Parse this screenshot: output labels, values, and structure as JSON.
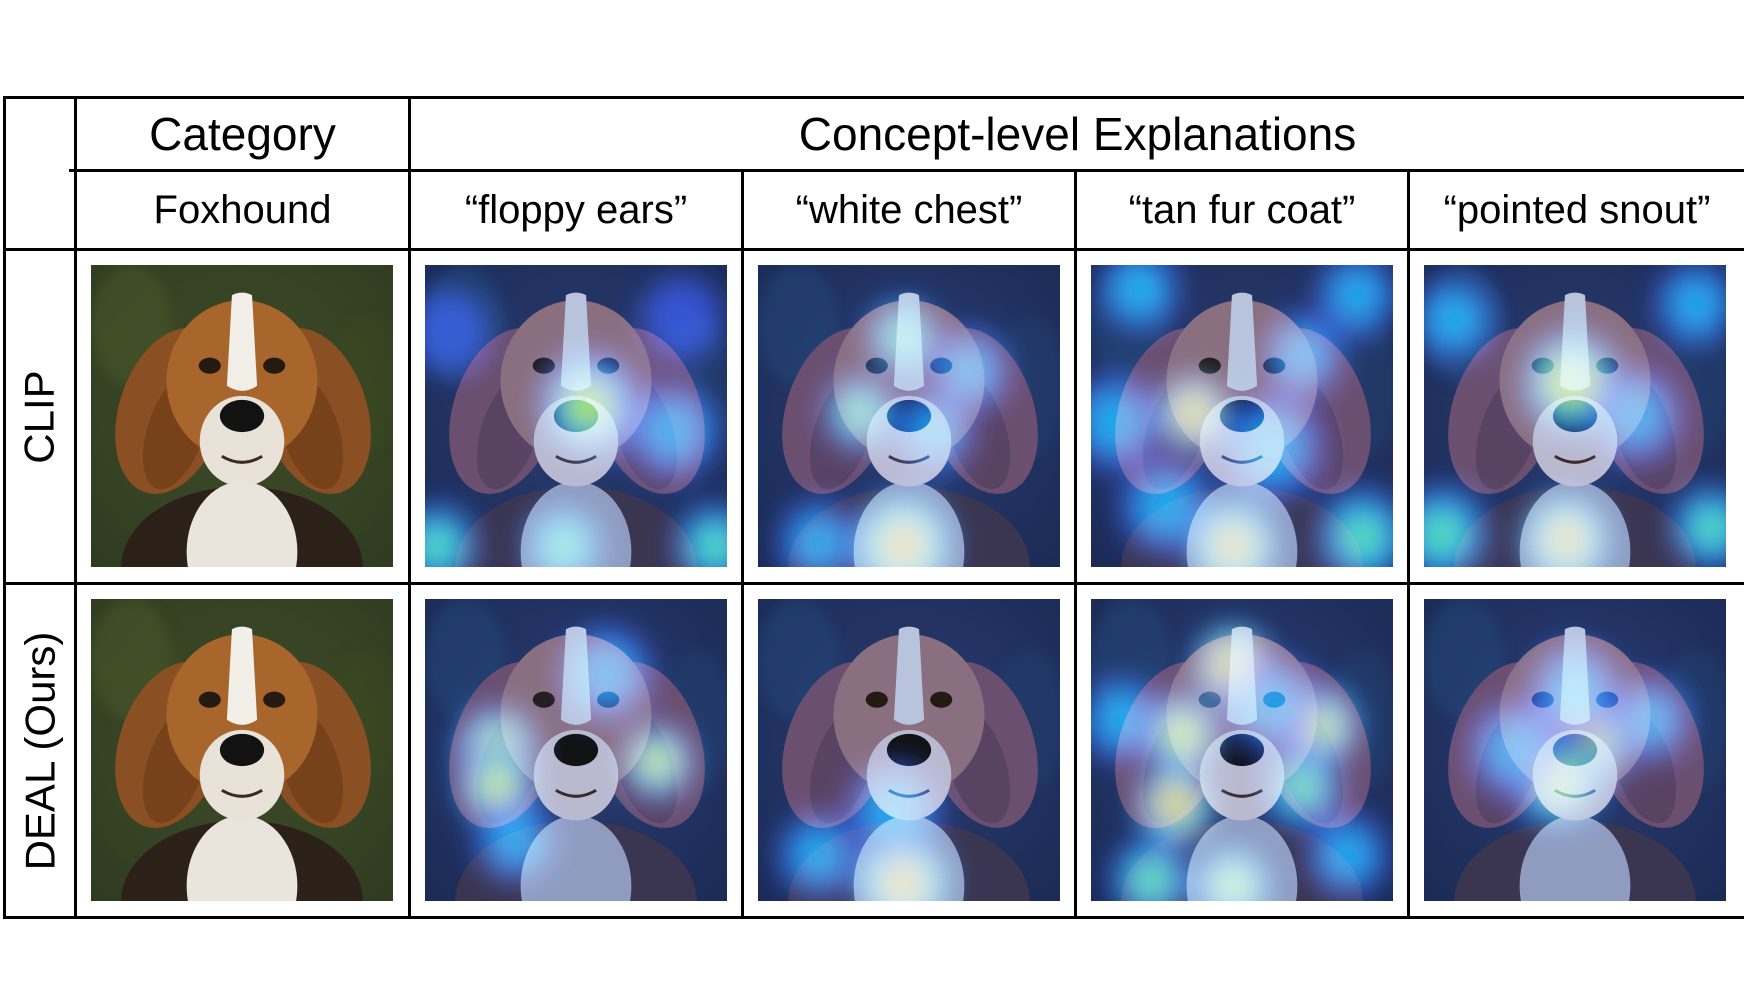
{
  "headers": {
    "category": "Category",
    "concept_group": "Concept-level Explanations",
    "class_name": "Foxhound",
    "concepts": [
      "“floppy ears”",
      "“white  chest”",
      "“tan fur coat”",
      "“pointed snout”"
    ]
  },
  "rows": [
    {
      "label": "CLIP",
      "heatmaps": [
        [
          [
            0.55,
            0.46,
            0.55,
            0.14
          ],
          [
            0.54,
            0.47,
            0.6,
            0.12
          ],
          [
            0.04,
            0.93,
            0.42,
            0.1
          ],
          [
            0.46,
            0.93,
            0.48,
            0.1
          ],
          [
            0.96,
            0.93,
            0.42,
            0.1
          ],
          [
            0.08,
            0.22,
            0.22,
            0.1
          ],
          [
            0.85,
            0.18,
            0.22,
            0.1
          ],
          [
            0.82,
            0.55,
            0.35,
            0.12
          ]
        ],
        [
          [
            0.48,
            0.93,
            0.75,
            0.14
          ],
          [
            0.34,
            0.49,
            0.45,
            0.09
          ],
          [
            0.48,
            0.24,
            0.45,
            0.09
          ],
          [
            0.58,
            0.55,
            0.35,
            0.1
          ],
          [
            0.2,
            0.92,
            0.35,
            0.1
          ],
          [
            0.7,
            0.35,
            0.3,
            0.1
          ]
        ],
        [
          [
            0.34,
            0.49,
            0.82,
            0.09
          ],
          [
            0.47,
            0.93,
            0.75,
            0.12
          ],
          [
            0.08,
            0.52,
            0.32,
            0.12
          ],
          [
            0.9,
            0.9,
            0.42,
            0.12
          ],
          [
            0.16,
            0.08,
            0.32,
            0.1
          ],
          [
            0.88,
            0.1,
            0.32,
            0.1
          ],
          [
            0.6,
            0.6,
            0.4,
            0.14
          ],
          [
            0.25,
            0.8,
            0.4,
            0.12
          ],
          [
            0.7,
            0.3,
            0.35,
            0.1
          ]
        ],
        [
          [
            0.49,
            0.39,
            0.66,
            0.14
          ],
          [
            0.47,
            0.91,
            0.78,
            0.12
          ],
          [
            0.06,
            0.89,
            0.58,
            0.12
          ],
          [
            0.95,
            0.87,
            0.52,
            0.1
          ],
          [
            0.9,
            0.13,
            0.35,
            0.1
          ],
          [
            0.1,
            0.18,
            0.28,
            0.1
          ],
          [
            0.7,
            0.5,
            0.3,
            0.12
          ]
        ]
      ]
    },
    {
      "label": "DEAL (Ours)",
      "heatmaps": [
        [
          [
            0.24,
            0.5,
            0.7,
            0.11
          ],
          [
            0.24,
            0.62,
            0.72,
            0.1
          ],
          [
            0.77,
            0.54,
            0.62,
            0.09
          ],
          [
            0.3,
            0.8,
            0.3,
            0.1
          ],
          [
            0.6,
            0.25,
            0.3,
            0.12
          ]
        ],
        [
          [
            0.48,
            0.94,
            0.75,
            0.13
          ],
          [
            0.45,
            0.7,
            0.25,
            0.12
          ],
          [
            0.2,
            0.85,
            0.25,
            0.1
          ]
        ],
        [
          [
            0.47,
            0.22,
            0.8,
            0.1
          ],
          [
            0.3,
            0.45,
            0.74,
            0.1
          ],
          [
            0.28,
            0.68,
            0.76,
            0.1
          ],
          [
            0.76,
            0.42,
            0.6,
            0.1
          ],
          [
            0.7,
            0.62,
            0.55,
            0.1
          ],
          [
            0.2,
            0.93,
            0.55,
            0.1
          ],
          [
            0.47,
            0.95,
            0.7,
            0.1
          ],
          [
            0.6,
            0.35,
            0.4,
            0.12
          ],
          [
            0.1,
            0.4,
            0.35,
            0.1
          ],
          [
            0.85,
            0.85,
            0.35,
            0.1
          ]
        ],
        [
          [
            0.5,
            0.46,
            0.8,
            0.16
          ],
          [
            0.44,
            0.6,
            0.6,
            0.12
          ],
          [
            0.5,
            0.3,
            0.4,
            0.12
          ],
          [
            0.3,
            0.5,
            0.35,
            0.12
          ],
          [
            0.75,
            0.4,
            0.3,
            0.1
          ]
        ]
      ]
    }
  ]
}
